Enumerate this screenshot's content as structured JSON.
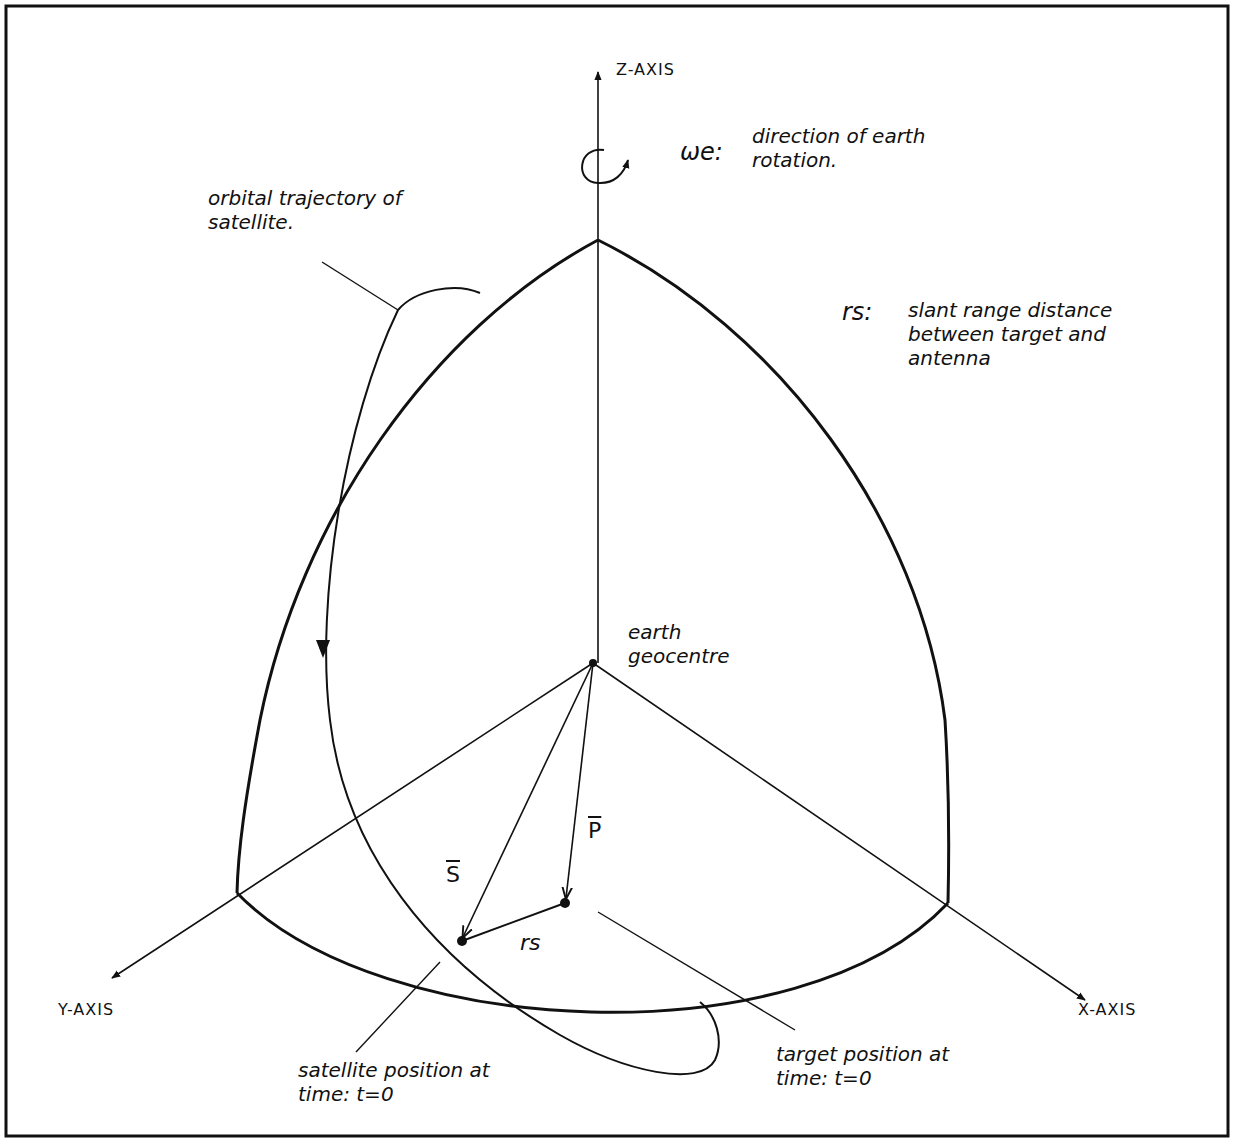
{
  "diagram": {
    "labels": [
      "Z-AXIS",
      "ωe:",
      "direction of earth rotation.",
      "orbital trajectory of satellite.",
      "rs:",
      "slant range distance between target and antenna",
      "earth geocentre",
      "S",
      "P",
      "rs",
      "Y-AXIS",
      "X-AXIS",
      "satellite position at time: t=0",
      "target position at time: t=0"
    ]
  }
}
